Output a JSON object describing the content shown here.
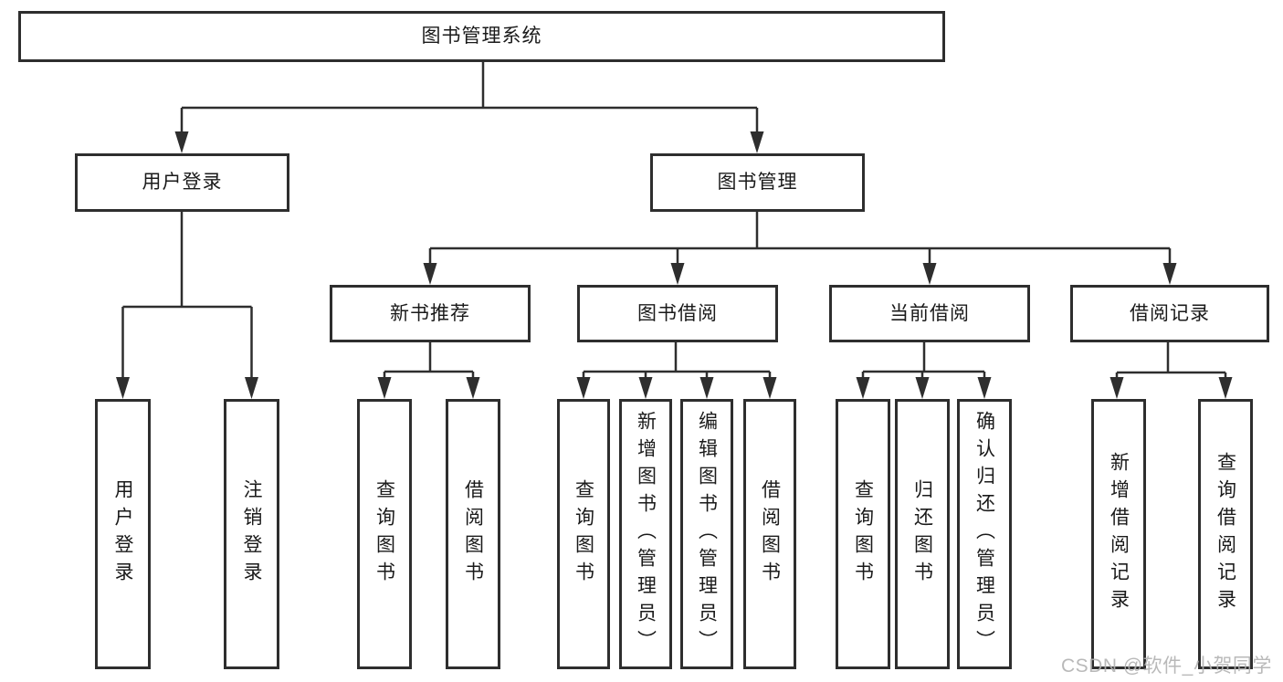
{
  "diagram": {
    "type": "hierarchy-tree",
    "nodes": {
      "root": {
        "label": "图书管理系统"
      },
      "user_login_branch": {
        "label": "用户登录"
      },
      "book_mgmt_branch": {
        "label": "图书管理"
      },
      "new_book_rec": {
        "label": "新书推荐"
      },
      "book_borrow": {
        "label": "图书借阅"
      },
      "current_borrow": {
        "label": "当前借阅"
      },
      "borrow_record": {
        "label": "借阅记录"
      },
      "leaf_user_login": {
        "label": "用户登录"
      },
      "leaf_logout": {
        "label": "注销登录"
      },
      "leaf_nbr_query_book": {
        "label": "查询图书"
      },
      "leaf_nbr_borrow_book": {
        "label": "借阅图书"
      },
      "leaf_bb_query_book": {
        "label": "查询图书"
      },
      "leaf_bb_add_book": {
        "label": "新增图书（管理员）"
      },
      "leaf_bb_edit_book": {
        "label": "编辑图书（管理员）"
      },
      "leaf_bb_borrow_book": {
        "label": "借阅图书"
      },
      "leaf_cb_query_book": {
        "label": "查询图书"
      },
      "leaf_cb_return_book": {
        "label": "归还图书"
      },
      "leaf_cb_confirm_return": {
        "label": "确认归还（管理员）"
      },
      "leaf_br_add_record": {
        "label": "新增借阅记录"
      },
      "leaf_br_query_record": {
        "label": "查询借阅记录"
      }
    },
    "watermark": {
      "text": "CSDN @软件_小贺同学"
    },
    "colors": {
      "line": "#2e2e2e",
      "box_border": "#2e2e2e",
      "text": "#1a1a1a",
      "watermark": "#b2b2b2",
      "background": "#ffffff"
    }
  }
}
